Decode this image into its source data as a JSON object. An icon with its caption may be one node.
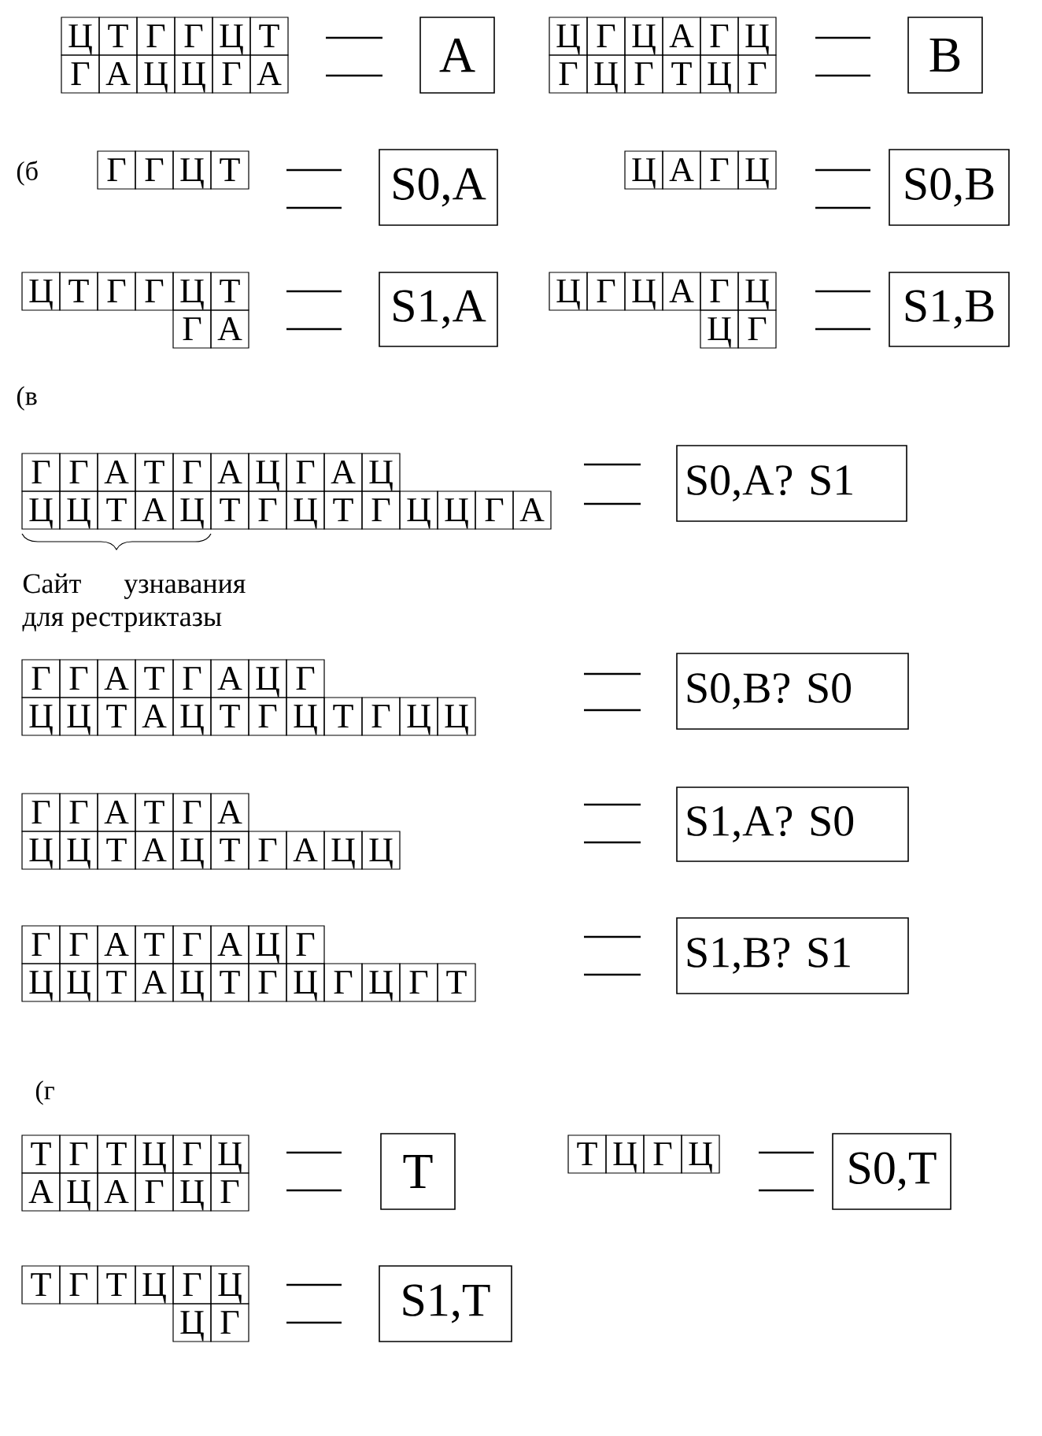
{
  "diagram": {
    "nodes": [
      {
        "text": [
          "Ц"
        ]
      },
      {
        "text": [
          "Т"
        ]
      },
      {
        "text": [
          "Г"
        ]
      },
      {
        "text": [
          "Г"
        ]
      },
      {
        "text": [
          "Ц"
        ]
      },
      {
        "text": [
          "Т"
        ]
      },
      {
        "text": [
          "Г"
        ]
      },
      {
        "text": [
          "А"
        ]
      },
      {
        "text": [
          "Ц"
        ]
      },
      {
        "text": [
          "Ц"
        ]
      },
      {
        "text": [
          "Г"
        ]
      },
      {
        "text": [
          "А"
        ]
      },
      {
        "text": [
          "A"
        ]
      },
      {
        "text": [
          "Ц"
        ]
      },
      {
        "text": [
          "Г"
        ]
      },
      {
        "text": [
          "Ц"
        ]
      },
      {
        "text": [
          "А"
        ]
      },
      {
        "text": [
          "Г"
        ]
      },
      {
        "text": [
          "Ц"
        ]
      },
      {
        "text": [
          "Г"
        ]
      },
      {
        "text": [
          "Ц"
        ]
      },
      {
        "text": [
          "Г"
        ]
      },
      {
        "text": [
          "Т"
        ]
      },
      {
        "text": [
          "Ц"
        ]
      },
      {
        "text": [
          "Г"
        ]
      },
      {
        "text": [
          "B"
        ]
      },
      {
        "text": [
          "Г"
        ]
      },
      {
        "text": [
          "Г"
        ]
      },
      {
        "text": [
          "Ц"
        ]
      },
      {
        "text": [
          "Т"
        ]
      },
      {
        "text": [
          "S0,A"
        ]
      },
      {
        "text": [
          "Ц"
        ]
      },
      {
        "text": [
          "А"
        ]
      },
      {
        "text": [
          "Г"
        ]
      },
      {
        "text": [
          "Ц"
        ]
      },
      {
        "text": [
          "S0,B"
        ]
      },
      {
        "text": [
          "Ц"
        ]
      },
      {
        "text": [
          "Т"
        ]
      },
      {
        "text": [
          "Г"
        ]
      },
      {
        "text": [
          "Г"
        ]
      },
      {
        "text": [
          "Ц"
        ]
      },
      {
        "text": [
          "Т"
        ]
      },
      {
        "text": [
          "Г"
        ]
      },
      {
        "text": [
          "А"
        ]
      },
      {
        "text": [
          "S1,A"
        ]
      },
      {
        "text": [
          "Ц"
        ]
      },
      {
        "text": [
          "Г"
        ]
      },
      {
        "text": [
          "Ц"
        ]
      },
      {
        "text": [
          "А"
        ]
      },
      {
        "text": [
          "Г"
        ]
      },
      {
        "text": [
          "Ц"
        ]
      },
      {
        "text": [
          "Ц"
        ]
      },
      {
        "text": [
          "Г"
        ]
      },
      {
        "text": [
          "S1,B"
        ]
      },
      {
        "text": [
          "Г"
        ]
      },
      {
        "text": [
          "Г"
        ]
      },
      {
        "text": [
          "А"
        ]
      },
      {
        "text": [
          "Т"
        ]
      },
      {
        "text": [
          "Г"
        ]
      },
      {
        "text": [
          "А"
        ]
      },
      {
        "text": [
          "Ц"
        ]
      },
      {
        "text": [
          "Г"
        ]
      },
      {
        "text": [
          "А"
        ]
      },
      {
        "text": [
          "Ц"
        ]
      },
      {
        "text": [
          "Ц"
        ]
      },
      {
        "text": [
          "Ц"
        ]
      },
      {
        "text": [
          "Т"
        ]
      },
      {
        "text": [
          "А"
        ]
      },
      {
        "text": [
          "Ц"
        ]
      },
      {
        "text": [
          "Т"
        ]
      },
      {
        "text": [
          "Г"
        ]
      },
      {
        "text": [
          "Ц"
        ]
      },
      {
        "text": [
          "Т"
        ]
      },
      {
        "text": [
          "Г"
        ]
      },
      {
        "text": [
          "Ц"
        ]
      },
      {
        "text": [
          "Ц"
        ]
      },
      {
        "text": [
          "Г"
        ]
      },
      {
        "text": [
          "А"
        ]
      },
      {
        "text": [
          "S0,A? S1"
        ]
      },
      {
        "text": [
          "Г"
        ]
      },
      {
        "text": [
          "Г"
        ]
      },
      {
        "text": [
          "А"
        ]
      },
      {
        "text": [
          "Т"
        ]
      },
      {
        "text": [
          "Г"
        ]
      },
      {
        "text": [
          "А"
        ]
      },
      {
        "text": [
          "Ц"
        ]
      },
      {
        "text": [
          "Г"
        ]
      },
      {
        "text": [
          "Ц"
        ]
      },
      {
        "text": [
          "Ц"
        ]
      },
      {
        "text": [
          "Т"
        ]
      },
      {
        "text": [
          "А"
        ]
      },
      {
        "text": [
          "Ц"
        ]
      },
      {
        "text": [
          "Т"
        ]
      },
      {
        "text": [
          "Г"
        ]
      },
      {
        "text": [
          "Ц"
        ]
      },
      {
        "text": [
          "Т"
        ]
      },
      {
        "text": [
          "Г"
        ]
      },
      {
        "text": [
          "Ц"
        ]
      },
      {
        "text": [
          "Ц"
        ]
      },
      {
        "text": [
          "S0,B? S0"
        ]
      },
      {
        "text": [
          "Г"
        ]
      },
      {
        "text": [
          "Г"
        ]
      },
      {
        "text": [
          "А"
        ]
      },
      {
        "text": [
          "Т"
        ]
      },
      {
        "text": [
          "Г"
        ]
      },
      {
        "text": [
          "А"
        ]
      },
      {
        "text": [
          "Ц"
        ]
      },
      {
        "text": [
          "Ц"
        ]
      },
      {
        "text": [
          "Т"
        ]
      },
      {
        "text": [
          "А"
        ]
      },
      {
        "text": [
          "Ц"
        ]
      },
      {
        "text": [
          "Т"
        ]
      },
      {
        "text": [
          "Г"
        ]
      },
      {
        "text": [
          "А"
        ]
      },
      {
        "text": [
          "Ц"
        ]
      },
      {
        "text": [
          "Ц"
        ]
      },
      {
        "text": [
          "S1,A? S0"
        ]
      },
      {
        "text": [
          "Г"
        ]
      },
      {
        "text": [
          "Г"
        ]
      },
      {
        "text": [
          "А"
        ]
      },
      {
        "text": [
          "Т"
        ]
      },
      {
        "text": [
          "Г"
        ]
      },
      {
        "text": [
          "А"
        ]
      },
      {
        "text": [
          "Ц"
        ]
      },
      {
        "text": [
          "Г"
        ]
      },
      {
        "text": [
          "Ц"
        ]
      },
      {
        "text": [
          "Ц"
        ]
      },
      {
        "text": [
          "Т"
        ]
      },
      {
        "text": [
          "А"
        ]
      },
      {
        "text": [
          "Ц"
        ]
      },
      {
        "text": [
          "Т"
        ]
      },
      {
        "text": [
          "Г"
        ]
      },
      {
        "text": [
          "Ц"
        ]
      },
      {
        "text": [
          "Г"
        ]
      },
      {
        "text": [
          "Ц"
        ]
      },
      {
        "text": [
          "Г"
        ]
      },
      {
        "text": [
          "Т"
        ]
      },
      {
        "text": [
          "S1,B? S1"
        ]
      },
      {
        "text": [
          "Т"
        ]
      },
      {
        "text": [
          "Г"
        ]
      },
      {
        "text": [
          "Т"
        ]
      },
      {
        "text": [
          "Ц"
        ]
      },
      {
        "text": [
          "Г"
        ]
      },
      {
        "text": [
          "Ц"
        ]
      },
      {
        "text": [
          "А"
        ]
      },
      {
        "text": [
          "Ц"
        ]
      },
      {
        "text": [
          "А"
        ]
      },
      {
        "text": [
          "Г"
        ]
      },
      {
        "text": [
          "Ц"
        ]
      },
      {
        "text": [
          "Г"
        ]
      },
      {
        "text": [
          "T"
        ]
      },
      {
        "text": [
          "Т"
        ]
      },
      {
        "text": [
          "Ц"
        ]
      },
      {
        "text": [
          "Г"
        ]
      },
      {
        "text": [
          "Ц"
        ]
      },
      {
        "text": [
          "S0,T"
        ]
      },
      {
        "text": [
          "Т"
        ]
      },
      {
        "text": [
          "Г"
        ]
      },
      {
        "text": [
          "Т"
        ]
      },
      {
        "text": [
          "Ц"
        ]
      },
      {
        "text": [
          "Г"
        ]
      },
      {
        "text": [
          "Ц"
        ]
      },
      {
        "text": [
          "Ц"
        ]
      },
      {
        "text": [
          "Г"
        ]
      },
      {
        "text": [
          "S1,T"
        ]
      }
    ],
    "labels": [
      "(б",
      "(в",
      "Сайт узнавания для рестриктазы",
      "(г"
    ]
  }
}
